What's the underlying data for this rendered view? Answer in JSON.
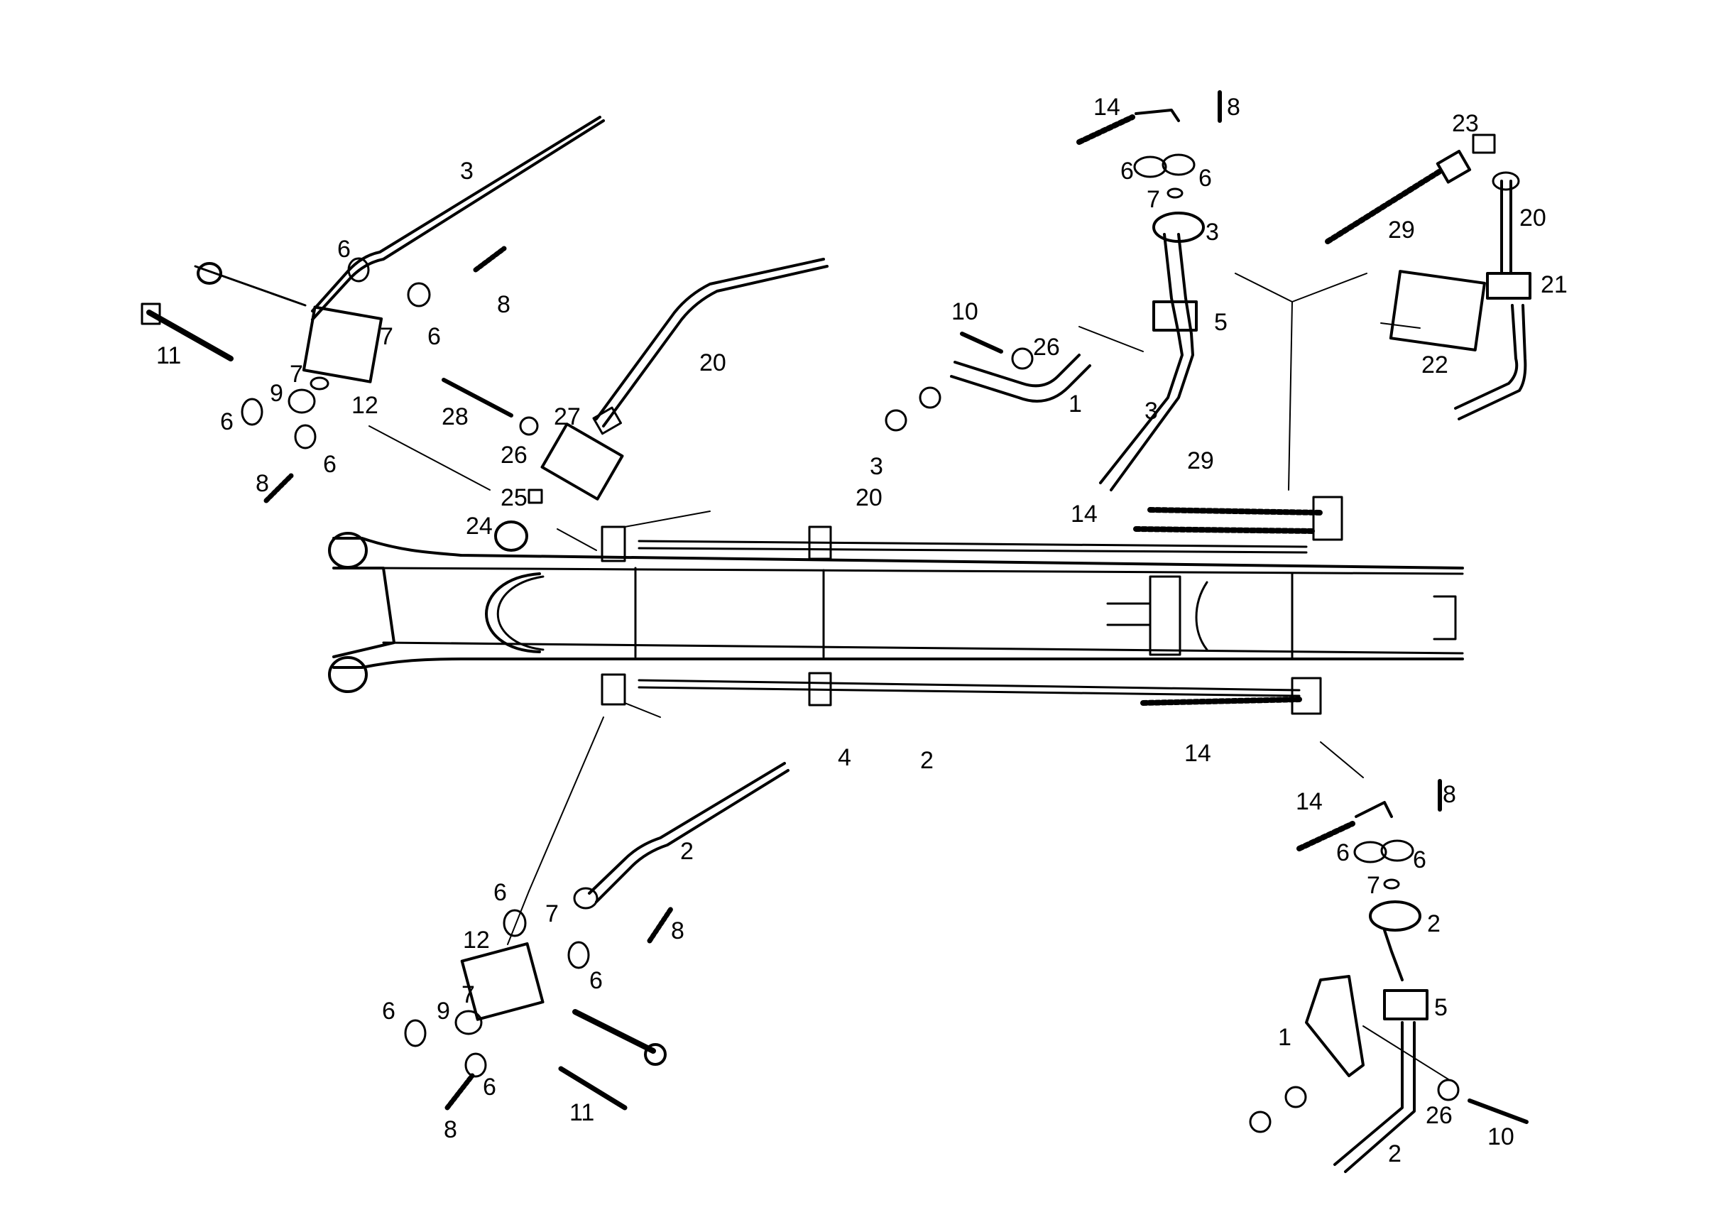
{
  "callouts": [
    {
      "id": "c01",
      "text": "3"
    },
    {
      "id": "c02",
      "text": "6"
    },
    {
      "id": "c03",
      "text": "8"
    },
    {
      "id": "c04",
      "text": "6"
    },
    {
      "id": "c05",
      "text": "7"
    },
    {
      "id": "c06",
      "text": "11"
    },
    {
      "id": "c07",
      "text": "7"
    },
    {
      "id": "c08",
      "text": "9"
    },
    {
      "id": "c09",
      "text": "12"
    },
    {
      "id": "c10",
      "text": "6"
    },
    {
      "id": "c11",
      "text": "6"
    },
    {
      "id": "c12",
      "text": "8"
    },
    {
      "id": "c13",
      "text": "20"
    },
    {
      "id": "c14",
      "text": "28"
    },
    {
      "id": "c15",
      "text": "27"
    },
    {
      "id": "c16",
      "text": "26"
    },
    {
      "id": "c17",
      "text": "25"
    },
    {
      "id": "c18",
      "text": "24"
    },
    {
      "id": "c19",
      "text": "3"
    },
    {
      "id": "c20",
      "text": "20"
    },
    {
      "id": "c21",
      "text": "14"
    },
    {
      "id": "c22",
      "text": "8"
    },
    {
      "id": "c23",
      "text": "6"
    },
    {
      "id": "c24",
      "text": "6"
    },
    {
      "id": "c25",
      "text": "7"
    },
    {
      "id": "c26",
      "text": "3"
    },
    {
      "id": "c27",
      "text": "10"
    },
    {
      "id": "c28",
      "text": "26"
    },
    {
      "id": "c29",
      "text": "5"
    },
    {
      "id": "c30",
      "text": "1"
    },
    {
      "id": "c31",
      "text": "3"
    },
    {
      "id": "c32",
      "text": "23"
    },
    {
      "id": "c33",
      "text": "29"
    },
    {
      "id": "c34",
      "text": "20"
    },
    {
      "id": "c35",
      "text": "21"
    },
    {
      "id": "c36",
      "text": "22"
    },
    {
      "id": "c37",
      "text": "29"
    },
    {
      "id": "c38",
      "text": "14"
    },
    {
      "id": "c39",
      "text": "4"
    },
    {
      "id": "c40",
      "text": "2"
    },
    {
      "id": "c41",
      "text": "14"
    },
    {
      "id": "c42",
      "text": "2"
    },
    {
      "id": "c43",
      "text": "6"
    },
    {
      "id": "c44",
      "text": "7"
    },
    {
      "id": "c45",
      "text": "8"
    },
    {
      "id": "c46",
      "text": "12"
    },
    {
      "id": "c47",
      "text": "6"
    },
    {
      "id": "c48",
      "text": "6"
    },
    {
      "id": "c49",
      "text": "9"
    },
    {
      "id": "c50",
      "text": "7"
    },
    {
      "id": "c51",
      "text": "6"
    },
    {
      "id": "c52",
      "text": "8"
    },
    {
      "id": "c53",
      "text": "11"
    },
    {
      "id": "c54",
      "text": "14"
    },
    {
      "id": "c55",
      "text": "8"
    },
    {
      "id": "c56",
      "text": "6"
    },
    {
      "id": "c57",
      "text": "6"
    },
    {
      "id": "c58",
      "text": "7"
    },
    {
      "id": "c59",
      "text": "2"
    },
    {
      "id": "c60",
      "text": "5"
    },
    {
      "id": "c61",
      "text": "1"
    },
    {
      "id": "c62",
      "text": "26"
    },
    {
      "id": "c63",
      "text": "10"
    },
    {
      "id": "c64",
      "text": "2"
    }
  ]
}
